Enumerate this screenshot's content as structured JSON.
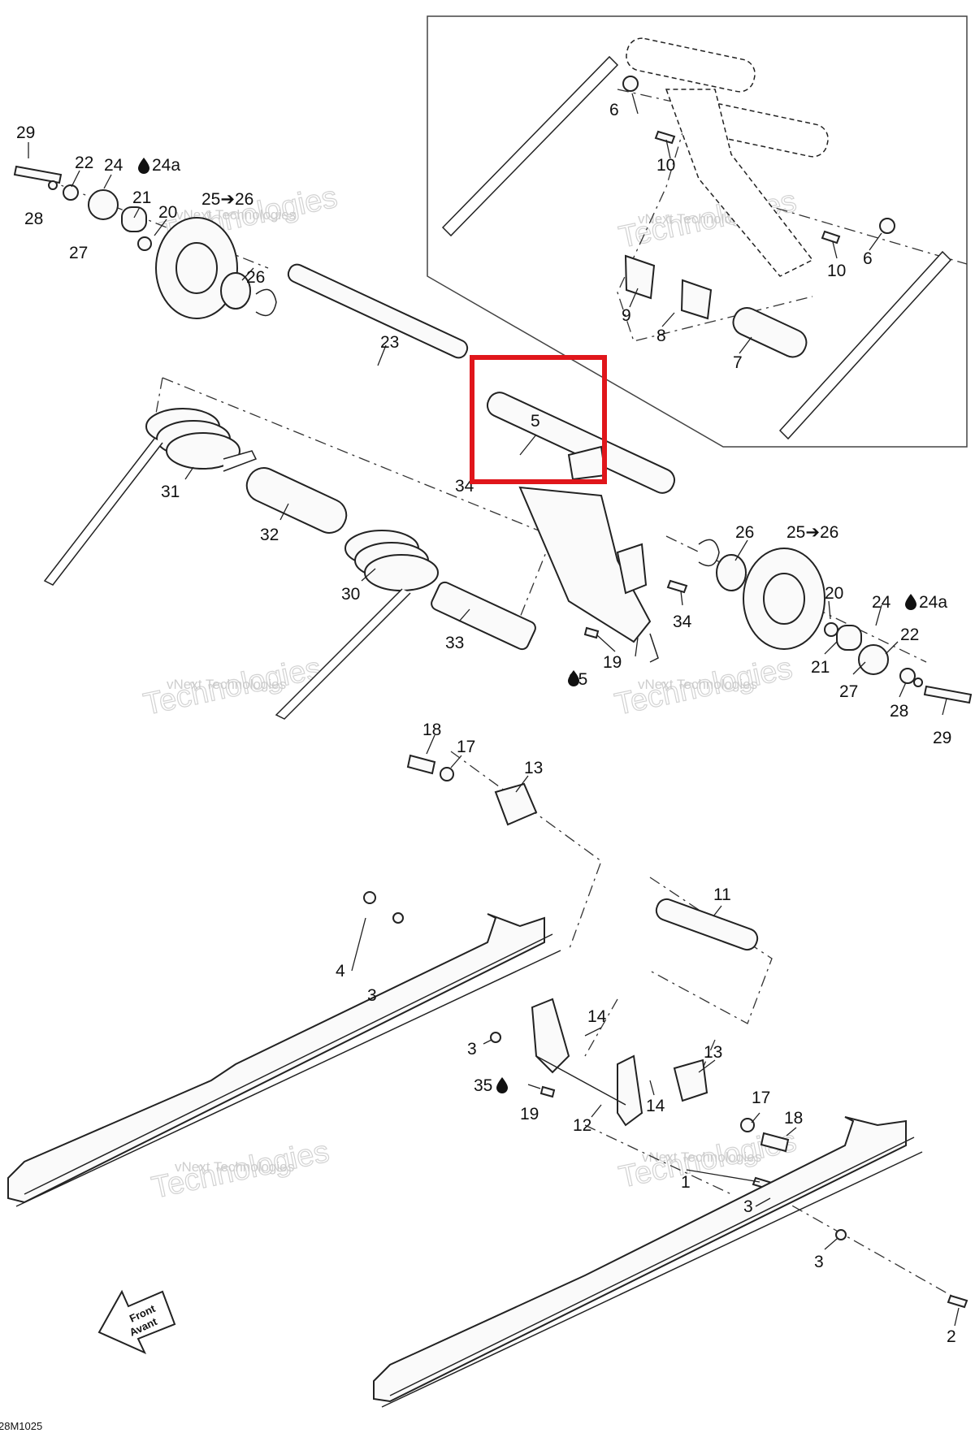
{
  "drawing_code": "28M1025",
  "front_arrow": {
    "line1": "Front",
    "line2": "Avant"
  },
  "watermark": {
    "line1": "vNext Technologies",
    "line2": "Technologies"
  },
  "highlight_color": "#e0161b",
  "labels": [
    {
      "id": "l29a",
      "text": "29"
    },
    {
      "id": "l22a",
      "text": "22"
    },
    {
      "id": "l24a",
      "text": "24"
    },
    {
      "id": "l24aa",
      "text": "24a"
    },
    {
      "id": "l25a",
      "text": "25➔26"
    },
    {
      "id": "l21a",
      "text": "21"
    },
    {
      "id": "l20a",
      "text": "20"
    },
    {
      "id": "l28a",
      "text": "28"
    },
    {
      "id": "l27a",
      "text": "27"
    },
    {
      "id": "l26a",
      "text": "26"
    },
    {
      "id": "l23",
      "text": "23"
    },
    {
      "id": "l31",
      "text": "31"
    },
    {
      "id": "l32",
      "text": "32"
    },
    {
      "id": "l30",
      "text": "30"
    },
    {
      "id": "l33",
      "text": "33"
    },
    {
      "id": "l5",
      "text": "5"
    },
    {
      "id": "l34a",
      "text": "34"
    },
    {
      "id": "l34b",
      "text": "34"
    },
    {
      "id": "l35a",
      "text": "35"
    },
    {
      "id": "l19a",
      "text": "19"
    },
    {
      "id": "l26b",
      "text": "26"
    },
    {
      "id": "l25b",
      "text": "25➔26"
    },
    {
      "id": "l20b",
      "text": "20"
    },
    {
      "id": "l24b",
      "text": "24"
    },
    {
      "id": "l24ab",
      "text": "24a"
    },
    {
      "id": "l22b",
      "text": "22"
    },
    {
      "id": "l21b",
      "text": "21"
    },
    {
      "id": "l27b",
      "text": "27"
    },
    {
      "id": "l28b",
      "text": "28"
    },
    {
      "id": "l29b",
      "text": "29"
    },
    {
      "id": "l6a",
      "text": "6"
    },
    {
      "id": "l10a",
      "text": "10"
    },
    {
      "id": "l10b",
      "text": "10"
    },
    {
      "id": "l6b",
      "text": "6"
    },
    {
      "id": "l9",
      "text": "9"
    },
    {
      "id": "l8",
      "text": "8"
    },
    {
      "id": "l7",
      "text": "7"
    },
    {
      "id": "l18a",
      "text": "18"
    },
    {
      "id": "l17a",
      "text": "17"
    },
    {
      "id": "l13a",
      "text": "13"
    },
    {
      "id": "l11",
      "text": "11"
    },
    {
      "id": "l4",
      "text": "4"
    },
    {
      "id": "l3a",
      "text": "3"
    },
    {
      "id": "l3b",
      "text": "3"
    },
    {
      "id": "l14a",
      "text": "14"
    },
    {
      "id": "l13b",
      "text": "13"
    },
    {
      "id": "l35b",
      "text": "35"
    },
    {
      "id": "l19b",
      "text": "19"
    },
    {
      "id": "l12",
      "text": "12"
    },
    {
      "id": "l14b",
      "text": "14"
    },
    {
      "id": "l17b",
      "text": "17"
    },
    {
      "id": "l18b",
      "text": "18"
    },
    {
      "id": "l1",
      "text": "1"
    },
    {
      "id": "l3c",
      "text": "3"
    },
    {
      "id": "l3d",
      "text": "3"
    },
    {
      "id": "l2",
      "text": "2"
    }
  ]
}
